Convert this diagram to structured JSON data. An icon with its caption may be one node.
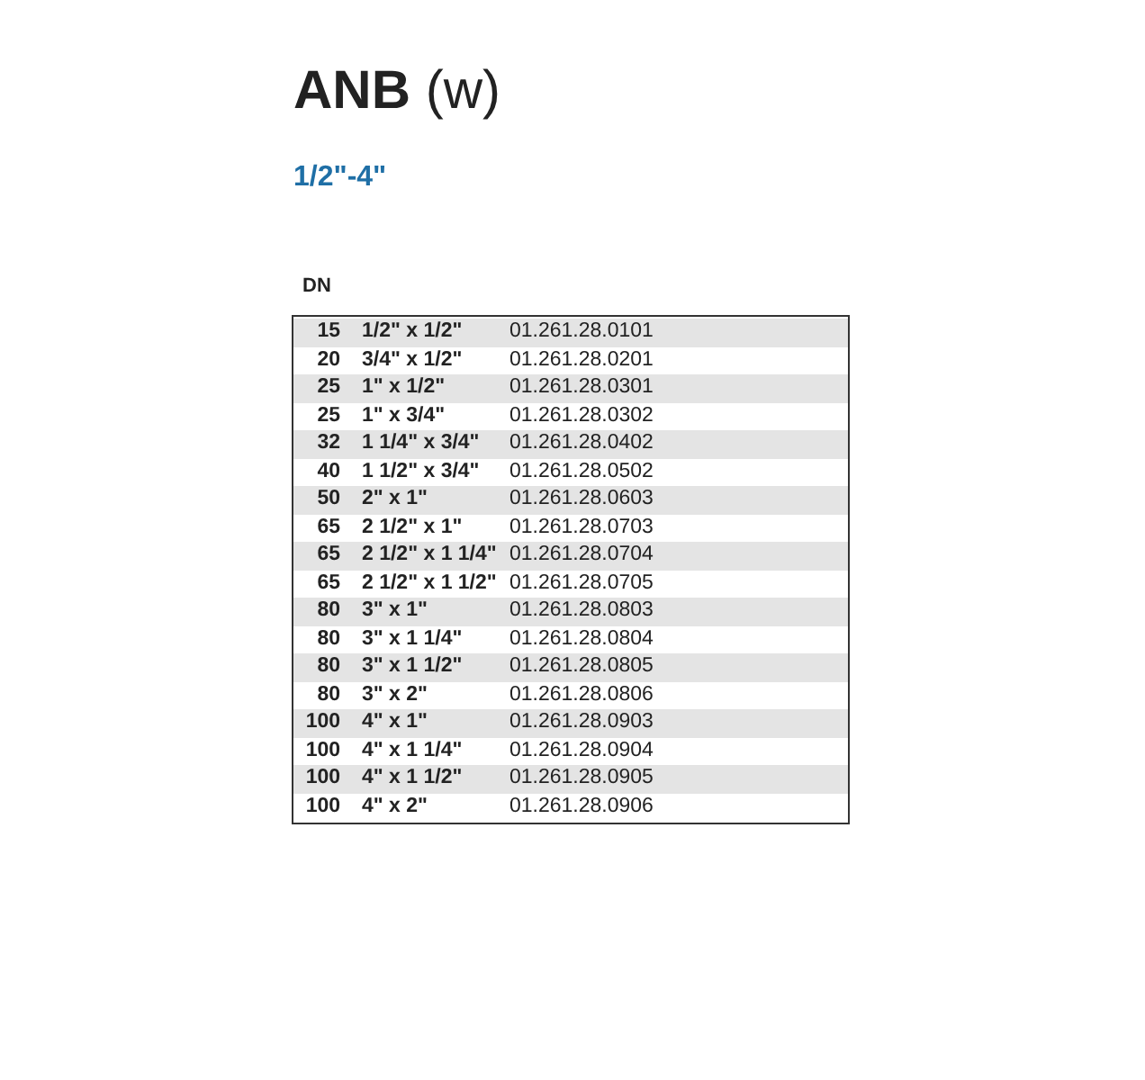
{
  "diagram": {
    "title": "**ANB** (w)",
    "labels": [
      "1/2\"-4\"",
      "DN",
      "15",
      "1/2\" x 1/2\"",
      "01.261.28.0101",
      "20",
      "3/4\" x 1/2\"",
      "01.261.28.0201",
      "25",
      "1\" x 1/2\"",
      "01.261.28.0301",
      "25",
      "1\" x 3/4\"",
      "01.261.28.0302",
      "32",
      "1 1/4\" x 3/4\"",
      "01.261.28.0402",
      "40",
      "1 1/2\" x 3/4\"",
      "01.261.28.0502",
      "50",
      "2\" x 1\"",
      "01.261.28.0603",
      "65",
      "2 1/2\" x 1\"",
      "01.261.28.0703",
      "65",
      "2 1/2\" x 1 1/4\"",
      "01.261.28.0704",
      "65",
      "2 1/2\" x 1 1/2\"",
      "01.261.28.0705",
      "80",
      "3\" x 1\"",
      "01.261.28.0803",
      "80",
      "3\" x 1 1/4\"",
      "01.261.28.0804",
      "80",
      "3\" x 1 1/2\"",
      "01.261.28.0805",
      "80",
      "3\" x 2\"",
      "01.261.28.0806",
      "100",
      "4\" x 1\"",
      "01.261.28.0903",
      "100",
      "4\" x 1 1/4\"",
      "01.261.28.0904",
      "100",
      "4\" x 1 1/2\"",
      "01.261.28.0905",
      "100",
      "4\" x 2\"",
      "01.261.28.0906"
    ]
  }
}
